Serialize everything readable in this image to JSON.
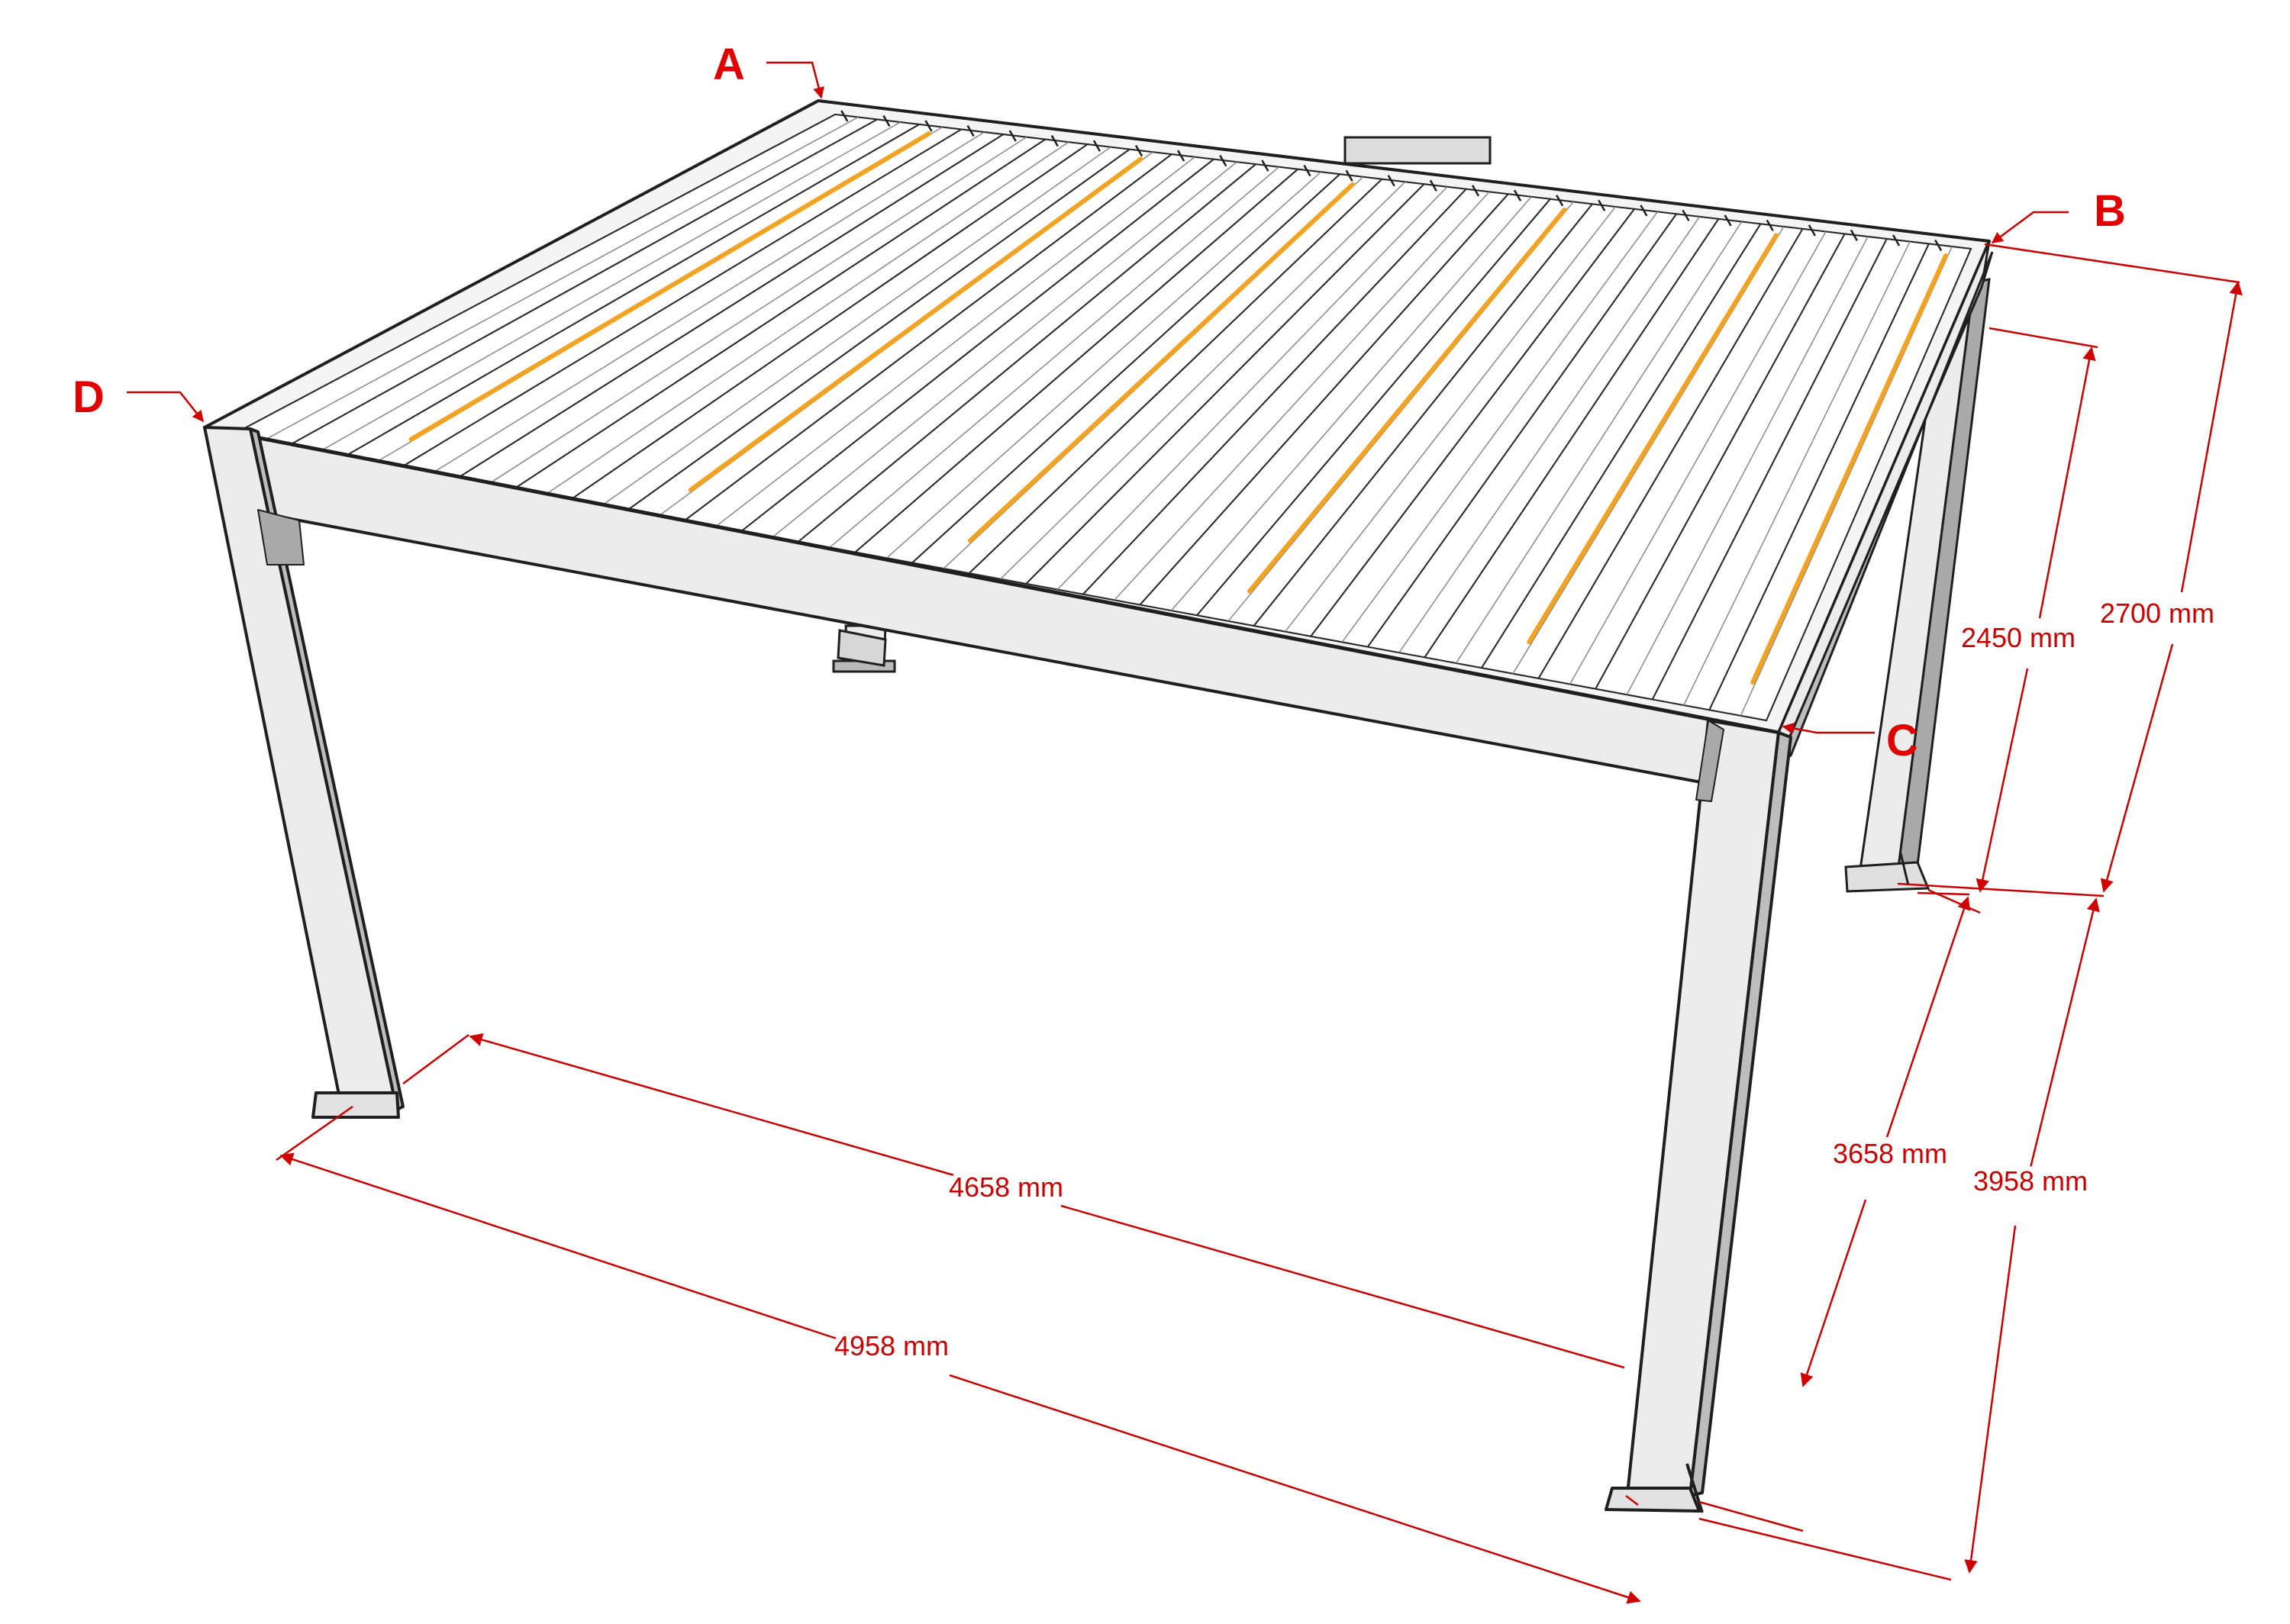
{
  "corner_labels": {
    "a": "A",
    "b": "B",
    "c": "C",
    "d": "D"
  },
  "dimensions": {
    "width_inner": "4658 mm",
    "width_outer": "4958 mm",
    "depth_inner": "3658 mm",
    "depth_outer": "3958 mm",
    "clearance_height": "2450 mm",
    "overall_height": "2700 mm"
  },
  "colors": {
    "annotation": "#e00000",
    "dimension_line": "#c80000",
    "frame_face": "#ececec",
    "frame_shadow": "#a9a9a9",
    "frame_outline": "#1f1f1f",
    "louver": "#ffffff",
    "led_strip": "#f2a322"
  }
}
